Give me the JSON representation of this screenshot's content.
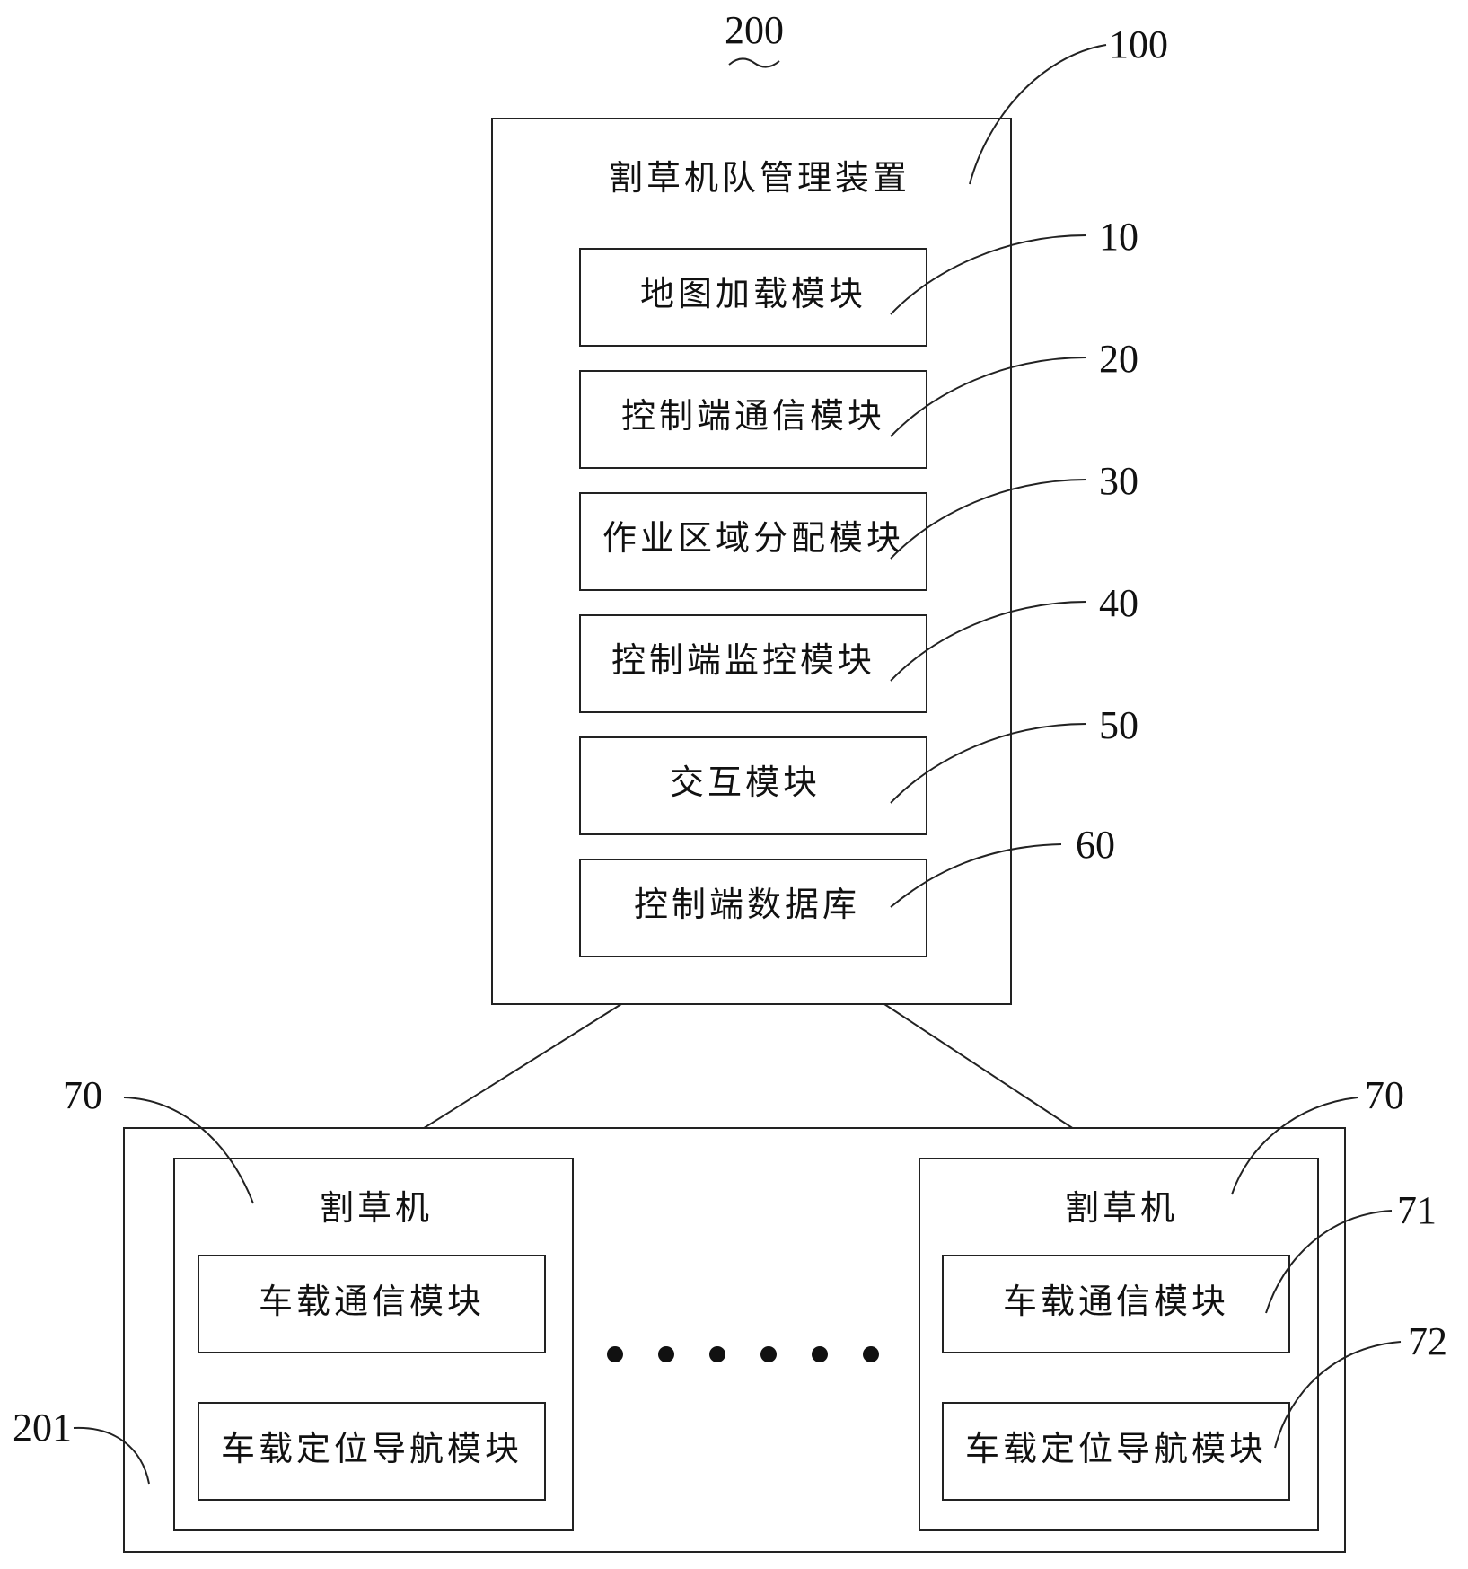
{
  "references": {
    "system": "200",
    "device": "100",
    "map_module": "10",
    "comm_module": "20",
    "area_module": "30",
    "monitor_module": "40",
    "interact_module": "50",
    "database": "60",
    "mower_left": "70",
    "mower_right": "70",
    "vehicle_comm": "71",
    "vehicle_nav": "72",
    "mower_group": "201"
  },
  "device": {
    "title": "割草机队管理装置",
    "modules": [
      "地图加载模块",
      "控制端通信模块",
      "作业区域分配模块",
      "控制端监控模块",
      "交互模块",
      "控制端数据库"
    ]
  },
  "mowers": [
    {
      "title": "割草机",
      "modules": [
        "车载通信模块",
        "车载定位导航模块"
      ]
    },
    {
      "title": "割草机",
      "modules": [
        "车载通信模块",
        "车载定位导航模块"
      ]
    }
  ],
  "ellipsis_dot_count": 6
}
